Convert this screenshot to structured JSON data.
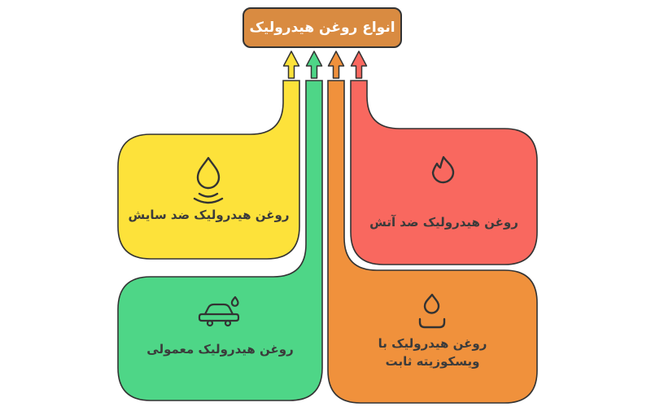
{
  "title": {
    "label": "انواع روغن هیدرولیک",
    "bg": "#d98b41",
    "text_color": "#ffffff"
  },
  "outline_color": "#333333",
  "label_color": "#3b3b3b",
  "nodes": [
    {
      "id": "anti-wear",
      "label": "روغن هیدرولیک ضد سایش",
      "icon": "water-drop-icon",
      "color": "#fde23a"
    },
    {
      "id": "fire-resistant",
      "label": "روغن هیدرولیک ضد آتش",
      "icon": "flame-icon",
      "color": "#f9685f"
    },
    {
      "id": "regular",
      "label": "روغن هیدرولیک معمولی",
      "icon": "car-wash-icon",
      "color": "#4ed687"
    },
    {
      "id": "stable-viscosity",
      "label": "روغن هیدرولیک با ویسکوزیته ثابت",
      "icon": "oil-drop-container-icon",
      "color": "#f0913c"
    }
  ]
}
